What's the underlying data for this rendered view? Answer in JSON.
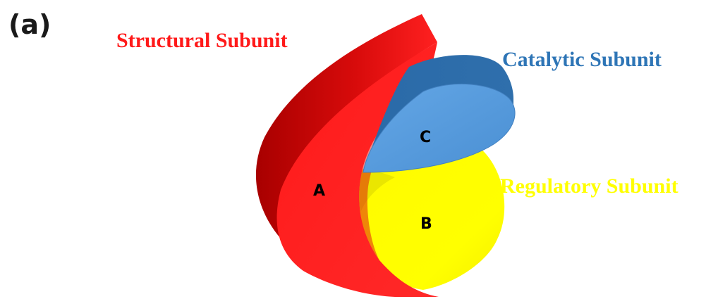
{
  "panel_label": "(a)",
  "subunits": {
    "structural": {
      "title": "Structural Subunit",
      "letter": "A",
      "color": "#ff1a1a"
    },
    "catalytic": {
      "title": "Catalytic Subunit",
      "letter": "C",
      "color": "#2e75b6"
    },
    "regulatory": {
      "title": "Regulatory Subunit",
      "letter": "B",
      "color": "#ffff00"
    }
  }
}
